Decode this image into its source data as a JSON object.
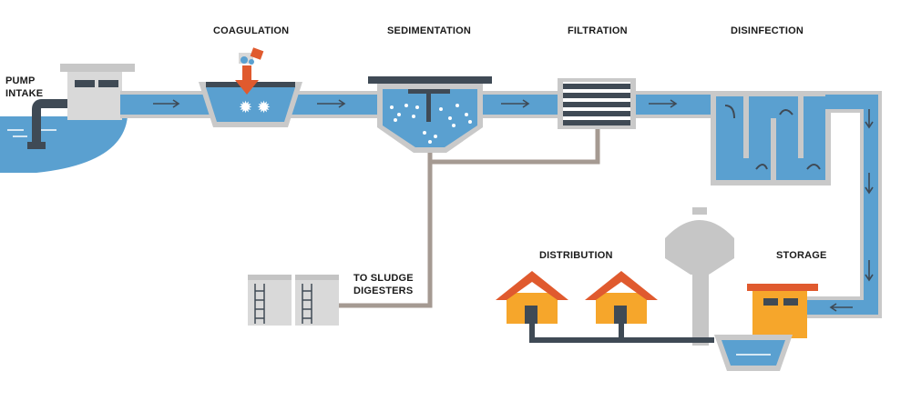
{
  "labels": {
    "pump_intake_line1": "PUMP",
    "pump_intake_line2": "INTAKE",
    "coagulation": "COAGULATION",
    "sedimentation": "SEDIMENTATION",
    "filtration": "FILTRATION",
    "disinfection": "DISINFECTION",
    "distribution": "DISTRIBUTION",
    "storage": "STORAGE",
    "sludge_line1": "TO SLUDGE",
    "sludge_line2": "DIGESTERS"
  },
  "colors": {
    "water": "#5aa0d0",
    "pipe_outline": "#c9c9c9",
    "sludge_pipe": "#a59a92",
    "dark": "#3f4a55",
    "house_wall": "#f6a62b",
    "roof": "#e05a2e",
    "tower": "#c6c6c6"
  }
}
